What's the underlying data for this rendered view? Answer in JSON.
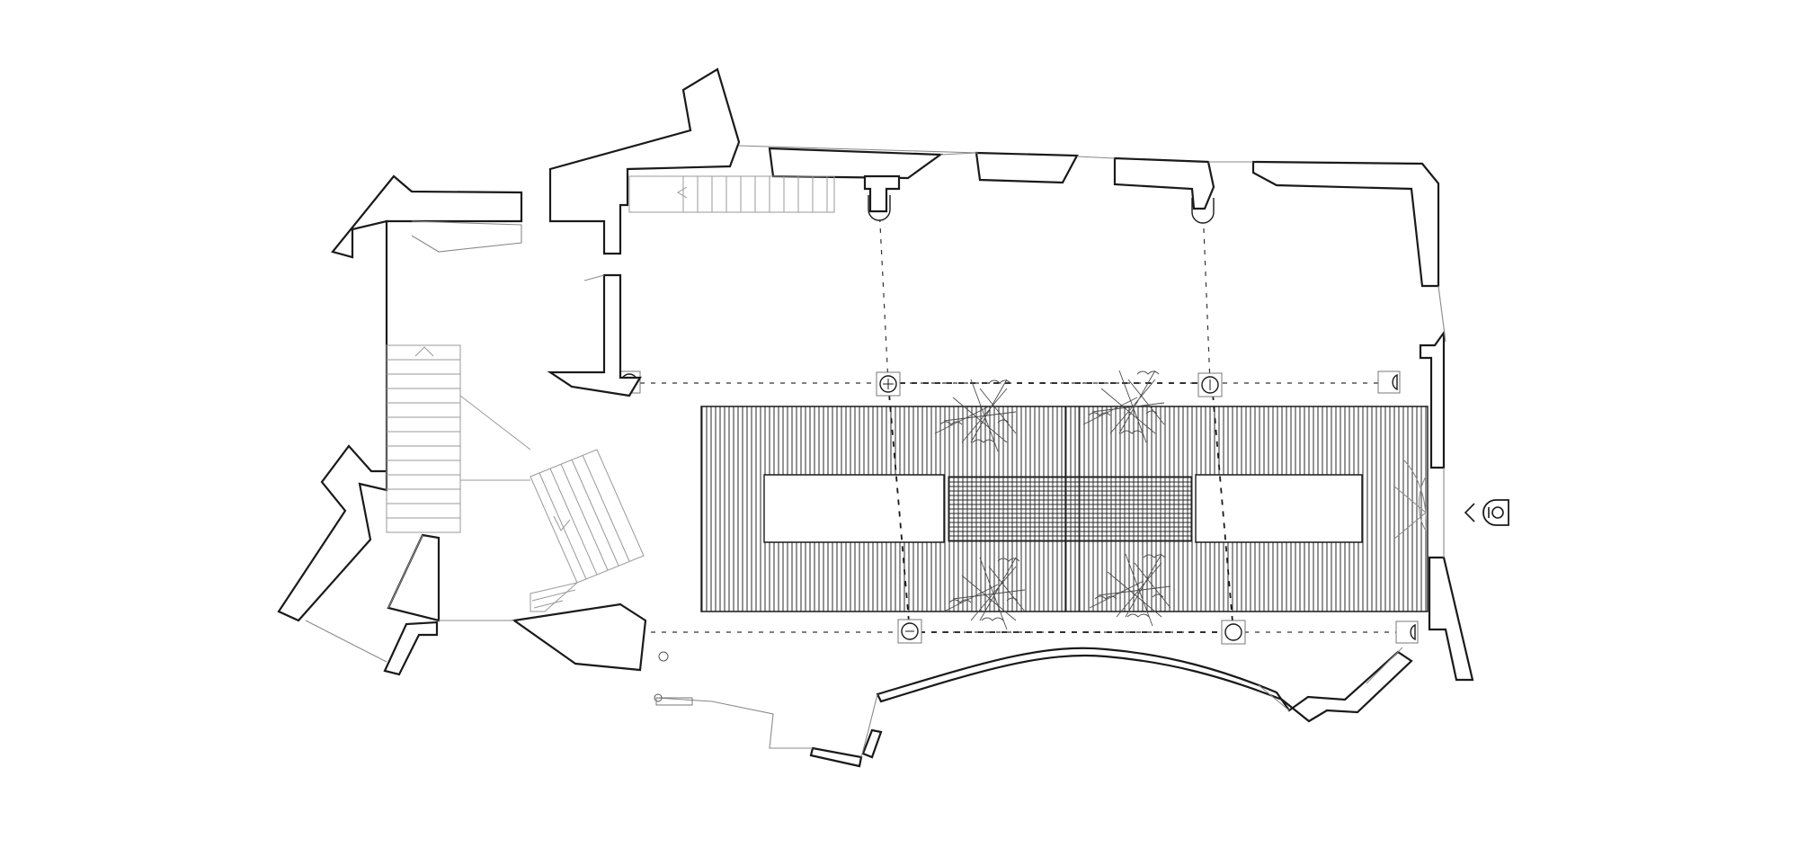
{
  "drawing": {
    "type": "architectural floor plan",
    "colors": {
      "background": "#ffffff",
      "wall_line": "#1a1a1a",
      "hatch_line": "#2a2a2a",
      "secondary_line": "#8a8a8a"
    },
    "elements": [
      "exterior-walls",
      "left-stairs",
      "upper-left-stairs",
      "hatched-roof-frame",
      "column-grid",
      "columns",
      "trees",
      "entrance-marker-icon"
    ]
  }
}
